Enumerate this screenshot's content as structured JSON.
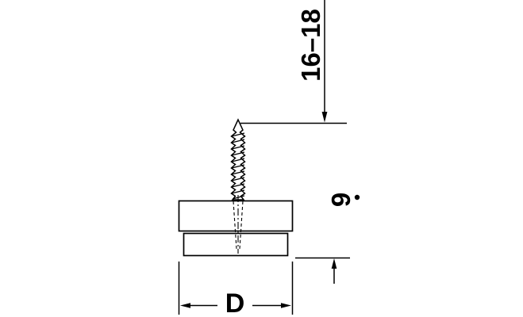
{
  "drawing": {
    "type": "technical-dimension-drawing",
    "background_color": "#ffffff",
    "line_color": "#000000",
    "labels": {
      "screw_length": "16–18",
      "body_height": "9",
      "diameter": "D"
    }
  }
}
